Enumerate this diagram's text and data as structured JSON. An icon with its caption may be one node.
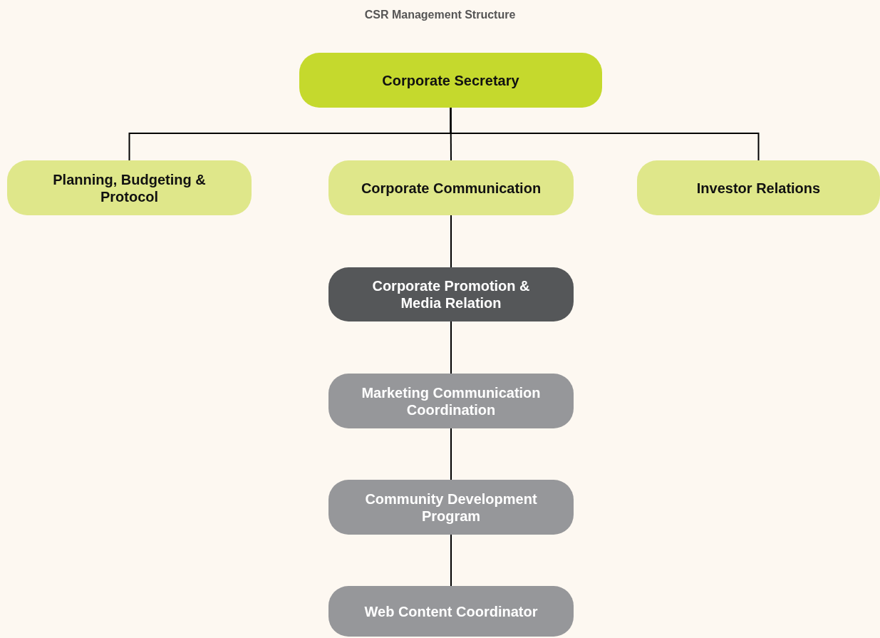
{
  "diagram": {
    "title": "CSR Management Structure",
    "nodes": [
      {
        "text": [
          "Corporate Secretary"
        ]
      },
      {
        "text": [
          "Planning, Budgeting & Protocol"
        ]
      },
      {
        "text": [
          "Corporate Communication"
        ]
      },
      {
        "text": [
          "Investor Relations"
        ]
      },
      {
        "text": [
          "Corporate Promotion & Media Relation"
        ]
      },
      {
        "text": [
          "Marketing Communication Coordination"
        ]
      },
      {
        "text": [
          "Community Development Program"
        ]
      },
      {
        "text": [
          "Web Content Coordinator"
        ]
      }
    ],
    "edges": [
      {
        "from": 0,
        "to": 1,
        "arrow": "none"
      },
      {
        "from": 0,
        "to": 2,
        "arrow": "none"
      },
      {
        "from": 0,
        "to": 3,
        "arrow": "none"
      },
      {
        "from": 2,
        "to": 4,
        "arrow": "none"
      },
      {
        "from": 4,
        "to": 5,
        "arrow": "none"
      },
      {
        "from": 5,
        "to": 6,
        "arrow": "none"
      },
      {
        "from": 6,
        "to": 7,
        "arrow": "none"
      }
    ]
  }
}
